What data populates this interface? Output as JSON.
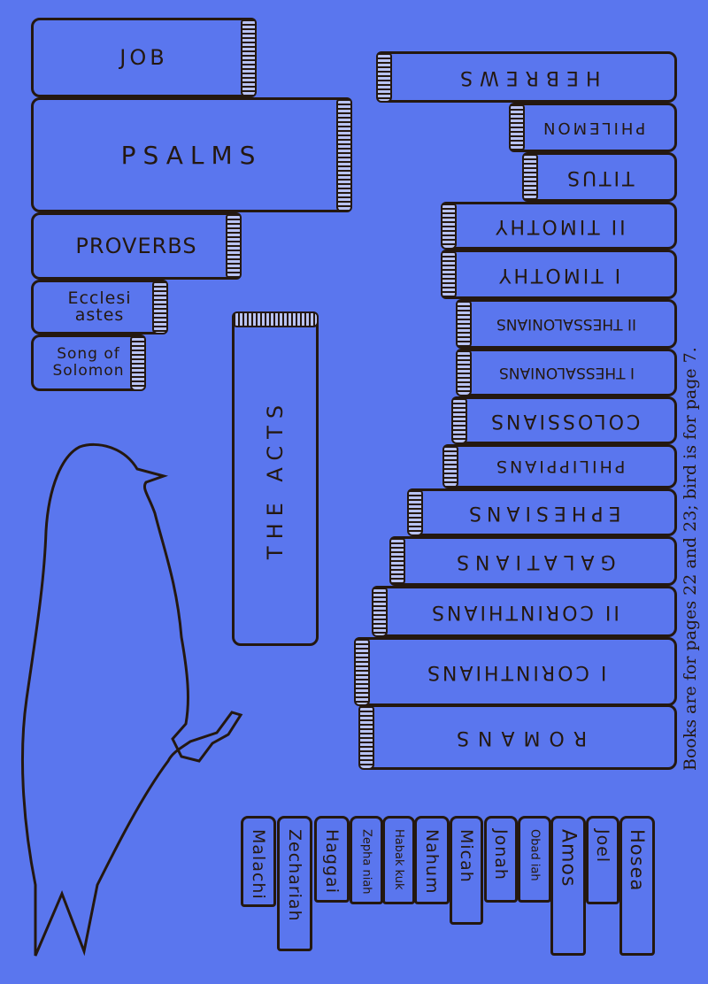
{
  "old_testament_poetry": [
    "JOB",
    "PSALMS",
    "PROVERBS",
    "Ecclesi astes",
    "Song of Solomon"
  ],
  "acts": "THE ACTS",
  "epistles": [
    "HEBREWS",
    "PHILEMON",
    "TITUS",
    "II TIMOTHY",
    "I TIMOTHY",
    "II THESSALONIANS",
    "I THESSALONIANS",
    "COLOSSIANS",
    "PHILIPPIANS",
    "EPHESIANS",
    "GALATIANS",
    "II CORINTHIANS",
    "I CORINTHIANS",
    "ROMANS"
  ],
  "minor_prophets": [
    "Malachi",
    "Zechariah",
    "Haggai",
    "Zepha niah",
    "Habak kuk",
    "Nahum",
    "Micah",
    "Jonah",
    "Obad iah",
    "Amos",
    "Joel",
    "Hosea"
  ],
  "caption": "Books are for pages 22 and 23; bird is for page 7.",
  "colors": {
    "background": "#5a76ee",
    "ink": "#241810"
  }
}
